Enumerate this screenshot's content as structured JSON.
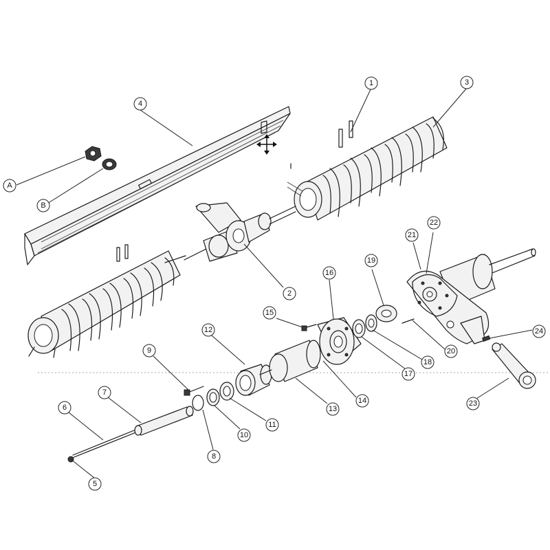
{
  "diagram": {
    "callouts": [
      {
        "id": "c1",
        "label": "1"
      },
      {
        "id": "c2",
        "label": "2"
      },
      {
        "id": "c3",
        "label": "3"
      },
      {
        "id": "c4",
        "label": "4"
      },
      {
        "id": "c5",
        "label": "5"
      },
      {
        "id": "c6",
        "label": "6"
      },
      {
        "id": "c7",
        "label": "7"
      },
      {
        "id": "c8",
        "label": "8"
      },
      {
        "id": "c9",
        "label": "9"
      },
      {
        "id": "c10",
        "label": "10"
      },
      {
        "id": "c11",
        "label": "11"
      },
      {
        "id": "c12",
        "label": "12"
      },
      {
        "id": "c13",
        "label": "13"
      },
      {
        "id": "c14",
        "label": "14"
      },
      {
        "id": "c15",
        "label": "15"
      },
      {
        "id": "c16",
        "label": "16"
      },
      {
        "id": "c17",
        "label": "17"
      },
      {
        "id": "c18",
        "label": "18"
      },
      {
        "id": "c19",
        "label": "19"
      },
      {
        "id": "c20",
        "label": "20"
      },
      {
        "id": "c21",
        "label": "21"
      },
      {
        "id": "c22",
        "label": "22"
      },
      {
        "id": "c23",
        "label": "23"
      },
      {
        "id": "c24",
        "label": "24"
      },
      {
        "id": "cA",
        "label": "A"
      },
      {
        "id": "cB",
        "label": "B"
      }
    ]
  }
}
